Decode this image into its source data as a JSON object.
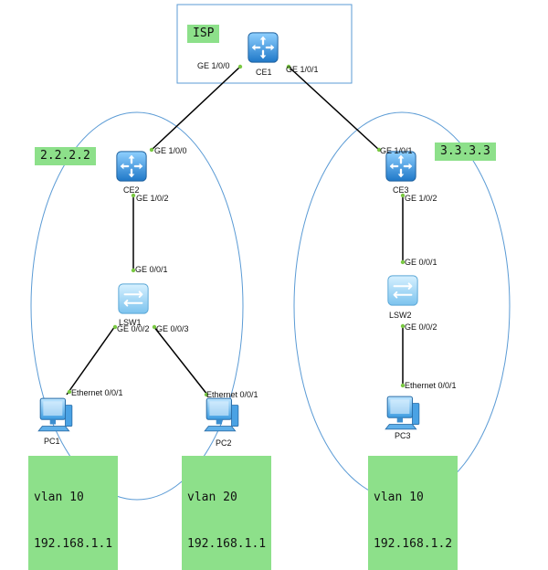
{
  "isp": {
    "label": "ISP"
  },
  "devices": {
    "ce1": "CE1",
    "ce2": "CE2",
    "ce3": "CE3",
    "lsw1": "LSW1",
    "lsw2": "LSW2",
    "pc1": "PC1",
    "pc2": "PC2",
    "pc3": "PC3"
  },
  "ports": {
    "ce1_ge100": "GE 1/0/0",
    "ce1_ge101": "GE 1/0/1",
    "ce2_ge100": "GE 1/0/0",
    "ce2_ge102": "GE 1/0/2",
    "ce3_ge101": "GE 1/0/1",
    "ce3_ge102": "GE 1/0/2",
    "lsw1_ge001": "GE 0/0/1",
    "lsw1_ge002": "GE 0/0/2",
    "lsw1_ge003": "GE 0/0/3",
    "lsw2_ge001": "GE 0/0/1",
    "lsw2_ge002": "GE 0/0/2",
    "pc1_eth": "Ethernet 0/0/1",
    "pc2_eth": "Ethernet 0/0/1",
    "pc3_eth": "Ethernet 0/0/1"
  },
  "notes": {
    "ce2_addr": "2.2.2.2",
    "ce3_addr": "3.3.3.3",
    "pc1": {
      "vlan": "vlan 10",
      "ip": "192.168.1.1"
    },
    "pc2": {
      "vlan": "vlan 20",
      "ip": "192.168.1.1"
    },
    "pc3": {
      "vlan": "vlan 10",
      "ip": "192.168.1.2"
    }
  },
  "colors": {
    "note_bg": "#8de08a",
    "region_line": "#5b9bd5",
    "link": "#000000",
    "port_dot": "#7ac943",
    "router_blue": "#2e86d1"
  }
}
